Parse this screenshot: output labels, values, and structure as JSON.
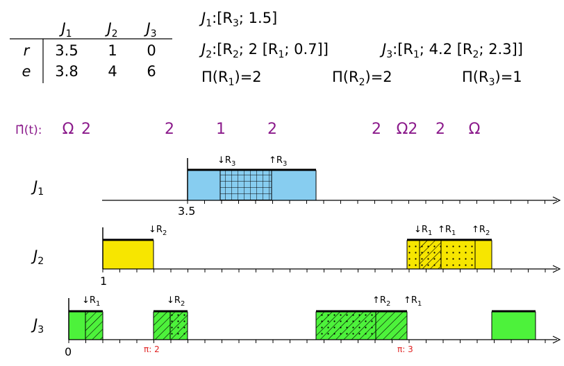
{
  "params_table": {
    "col_headers": [
      {
        "base": "J",
        "sub": "1"
      },
      {
        "base": "J",
        "sub": "2"
      },
      {
        "base": "J",
        "sub": "3"
      }
    ],
    "rows": [
      {
        "label": "r",
        "values": [
          "3.5",
          "1",
          "0"
        ]
      },
      {
        "label": "e",
        "values": [
          "3.8",
          "4",
          "6"
        ]
      }
    ]
  },
  "job_specs": {
    "j1": {
      "name": "J",
      "name_sub": "1",
      "text": ":[R",
      "r_sub": "3",
      "rest": "; 1.5]"
    },
    "j2": {
      "prefix": ":[R",
      "r1_sub": "2",
      "mid": "; 2 [R",
      "r2_sub": "1",
      "end": "; 0.7]]"
    },
    "j3": {
      "prefix": ":[R",
      "r1_sub": "1",
      "mid": "; 4.2 [R",
      "r2_sub": "2",
      "end": "; 2.3]]"
    }
  },
  "ceilings": [
    {
      "label": "Π(R",
      "sub": "1",
      "value": ")=2"
    },
    {
      "label": "Π(R",
      "sub": "2",
      "value": ")=2"
    },
    {
      "label": "Π(R",
      "sub": "3",
      "value": ")=1"
    }
  ],
  "system_ceiling": {
    "label": "Π̂(t):",
    "values": [
      "Ω",
      "2",
      "2",
      "1",
      "2",
      "2",
      "Ω2",
      "2",
      "Ω"
    ]
  },
  "timeline": {
    "rows": [
      {
        "label": "J",
        "sub": "1",
        "release_label": "3.5",
        "markers": [
          {
            "text": "↓R",
            "sub": "3"
          },
          {
            "text": "↑R",
            "sub": "3"
          }
        ]
      },
      {
        "label": "J",
        "sub": "2",
        "release_label": "1",
        "markers": [
          {
            "text": "↓R",
            "sub": "2"
          },
          {
            "text": "↓R",
            "sub": "1"
          },
          {
            "text": "↑R",
            "sub": "1"
          },
          {
            "text": "↑R",
            "sub": "2"
          }
        ]
      },
      {
        "label": "J",
        "sub": "3",
        "release_label": "0",
        "markers": [
          {
            "text": "↓R",
            "sub": "1"
          },
          {
            "text": "↓R",
            "sub": "2"
          },
          {
            "text": "↑R",
            "sub": "2"
          },
          {
            "text": "↑R",
            "sub": "1"
          }
        ],
        "preemptions": [
          "π: 2",
          "π: 3"
        ]
      }
    ]
  },
  "colors": {
    "j1": "#87cdf0",
    "j2": "#f7e600",
    "j3": "#4df23b",
    "ceiling": "#8b1a8b",
    "preempt": "#e02020"
  }
}
